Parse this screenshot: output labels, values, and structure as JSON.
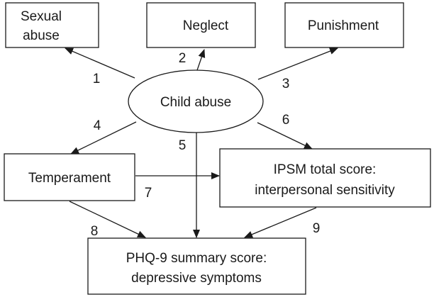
{
  "nodes": {
    "sexual_abuse": {
      "line1": "Sexual",
      "line2": "abuse"
    },
    "neglect": {
      "label": "Neglect"
    },
    "punishment": {
      "label": "Punishment"
    },
    "child_abuse": {
      "label": "Child abuse"
    },
    "temperament": {
      "label": "Temperament"
    },
    "ipsm": {
      "line1": "IPSM total score:",
      "line2": "interpersonal sensitivity"
    },
    "phq9": {
      "line1": "PHQ-9 summary score:",
      "line2": "depressive symptoms"
    }
  },
  "edges": [
    {
      "id": "1",
      "from": "Child abuse",
      "to": "Sexual abuse"
    },
    {
      "id": "2",
      "from": "Child abuse",
      "to": "Neglect"
    },
    {
      "id": "3",
      "from": "Child abuse",
      "to": "Punishment"
    },
    {
      "id": "4",
      "from": "Child abuse",
      "to": "Temperament"
    },
    {
      "id": "5",
      "from": "Child abuse",
      "to": "PHQ-9 summary score"
    },
    {
      "id": "6",
      "from": "Child abuse",
      "to": "IPSM total score"
    },
    {
      "id": "7",
      "from": "Temperament",
      "to": "IPSM total score"
    },
    {
      "id": "8",
      "from": "Temperament",
      "to": "PHQ-9 summary score"
    },
    {
      "id": "9",
      "from": "IPSM total score",
      "to": "PHQ-9 summary score"
    }
  ],
  "colors": {
    "stroke": "#1a1a1a",
    "fill": "#ffffff"
  }
}
